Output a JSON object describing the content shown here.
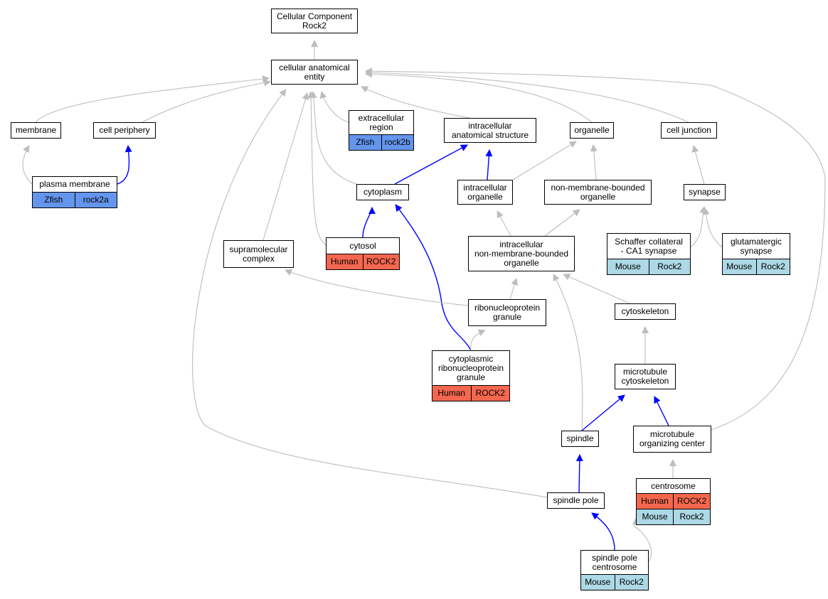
{
  "colors": {
    "gray_edge": "#bdbdbd",
    "blue_edge": "#0000ff",
    "zfish": "#6495ed",
    "human": "#f4674f",
    "mouse": "#add8e6"
  },
  "nodes": {
    "cc_root": {
      "label": "Cellular Component\nRock2"
    },
    "cae": {
      "label": "cellular anatomical\nentity"
    },
    "membrane": {
      "label": "membrane"
    },
    "cell_periphery": {
      "label": "cell periphery"
    },
    "plasma_membrane": {
      "label": "plasma membrane",
      "annotations": [
        {
          "species": "Zfish",
          "gene": "rock2a",
          "color": "zfish"
        }
      ]
    },
    "extracellular_region": {
      "label": "extracellular\nregion",
      "annotations": [
        {
          "species": "Zfish",
          "gene": "rock2b",
          "color": "zfish"
        }
      ]
    },
    "intracellular_anatomical_structure": {
      "label": "intracellular\nanatomical structure"
    },
    "organelle": {
      "label": "organelle"
    },
    "cell_junction": {
      "label": "cell junction"
    },
    "cytoplasm": {
      "label": "cytoplasm"
    },
    "intracellular_organelle": {
      "label": "intracellular\norganelle"
    },
    "nmb_organelle": {
      "label": "non-membrane-bounded\norganelle"
    },
    "synapse": {
      "label": "synapse"
    },
    "supramolecular_complex": {
      "label": "supramolecular\ncomplex"
    },
    "cytosol": {
      "label": "cytosol",
      "annotations": [
        {
          "species": "Human",
          "gene": "ROCK2",
          "color": "human"
        }
      ]
    },
    "inmb_organelle": {
      "label": "intracellular\nnon-membrane-bounded\norganelle"
    },
    "schaffer": {
      "label": "Schaffer collateral\n- CA1 synapse",
      "annotations": [
        {
          "species": "Mouse",
          "gene": "Rock2",
          "color": "mouse"
        }
      ]
    },
    "glutamatergic": {
      "label": "glutamatergic\nsynapse",
      "annotations": [
        {
          "species": "Mouse",
          "gene": "Rock2",
          "color": "mouse"
        }
      ]
    },
    "rnp_granule": {
      "label": "ribonucleoprotein\ngranule"
    },
    "cytoskeleton": {
      "label": "cytoskeleton"
    },
    "crnp_granule": {
      "label": "cytoplasmic\nribonucleoprotein\ngranule",
      "annotations": [
        {
          "species": "Human",
          "gene": "ROCK2",
          "color": "human"
        }
      ]
    },
    "microtubule_cytoskeleton": {
      "label": "microtubule\ncytoskeleton"
    },
    "spindle": {
      "label": "spindle"
    },
    "mtoc": {
      "label": "microtubule\norganizing center"
    },
    "spindle_pole": {
      "label": "spindle pole"
    },
    "centrosome": {
      "label": "centrosome",
      "annotations": [
        {
          "species": "Human",
          "gene": "ROCK2",
          "color": "human"
        },
        {
          "species": "Mouse",
          "gene": "Rock2",
          "color": "mouse"
        }
      ]
    },
    "spc": {
      "label": "spindle pole\ncentrosome",
      "annotations": [
        {
          "species": "Mouse",
          "gene": "Rock2",
          "color": "mouse"
        }
      ]
    }
  },
  "edges": [
    {
      "from": "cae",
      "to": "cc_root",
      "color": "gray"
    },
    {
      "from": "membrane",
      "to": "cae",
      "color": "gray"
    },
    {
      "from": "cell_periphery",
      "to": "cae",
      "color": "gray"
    },
    {
      "from": "extracellular_region",
      "to": "cae",
      "color": "gray"
    },
    {
      "from": "intracellular_anatomical_structure",
      "to": "cae",
      "color": "gray"
    },
    {
      "from": "organelle",
      "to": "cae",
      "color": "gray"
    },
    {
      "from": "cell_junction",
      "to": "cae",
      "color": "gray"
    },
    {
      "from": "cytoplasm",
      "to": "cae",
      "color": "gray"
    },
    {
      "from": "cytosol",
      "to": "cae",
      "color": "gray"
    },
    {
      "from": "supramolecular_complex",
      "to": "cae",
      "color": "gray"
    },
    {
      "from": "spindle_pole",
      "to": "cae",
      "color": "gray"
    },
    {
      "from": "mtoc",
      "to": "cae",
      "color": "gray"
    },
    {
      "from": "plasma_membrane",
      "to": "membrane",
      "color": "gray"
    },
    {
      "from": "plasma_membrane",
      "to": "cell_periphery",
      "color": "blue"
    },
    {
      "from": "cytoplasm",
      "to": "intracellular_anatomical_structure",
      "color": "blue"
    },
    {
      "from": "intracellular_organelle",
      "to": "intracellular_anatomical_structure",
      "color": "blue"
    },
    {
      "from": "intracellular_organelle",
      "to": "organelle",
      "color": "gray"
    },
    {
      "from": "nmb_organelle",
      "to": "organelle",
      "color": "gray"
    },
    {
      "from": "synapse",
      "to": "cell_junction",
      "color": "gray"
    },
    {
      "from": "cytosol",
      "to": "cytoplasm",
      "color": "blue"
    },
    {
      "from": "crnp_granule",
      "to": "cytoplasm",
      "color": "blue"
    },
    {
      "from": "inmb_organelle",
      "to": "intracellular_organelle",
      "color": "gray"
    },
    {
      "from": "inmb_organelle",
      "to": "nmb_organelle",
      "color": "gray"
    },
    {
      "from": "schaffer",
      "to": "synapse",
      "color": "gray"
    },
    {
      "from": "glutamatergic",
      "to": "synapse",
      "color": "gray"
    },
    {
      "from": "rnp_granule",
      "to": "supramolecular_complex",
      "color": "gray"
    },
    {
      "from": "rnp_granule",
      "to": "inmb_organelle",
      "color": "gray"
    },
    {
      "from": "cytoskeleton",
      "to": "inmb_organelle",
      "color": "gray"
    },
    {
      "from": "spindle",
      "to": "inmb_organelle",
      "color": "gray"
    },
    {
      "from": "crnp_granule",
      "to": "rnp_granule",
      "color": "gray"
    },
    {
      "from": "microtubule_cytoskeleton",
      "to": "cytoskeleton",
      "color": "gray"
    },
    {
      "from": "spindle",
      "to": "microtubule_cytoskeleton",
      "color": "blue"
    },
    {
      "from": "mtoc",
      "to": "microtubule_cytoskeleton",
      "color": "blue"
    },
    {
      "from": "spindle_pole",
      "to": "spindle",
      "color": "blue"
    },
    {
      "from": "centrosome",
      "to": "mtoc",
      "color": "gray"
    },
    {
      "from": "spc",
      "to": "spindle_pole",
      "color": "blue"
    },
    {
      "from": "spc",
      "to": "centrosome",
      "color": "gray"
    }
  ]
}
